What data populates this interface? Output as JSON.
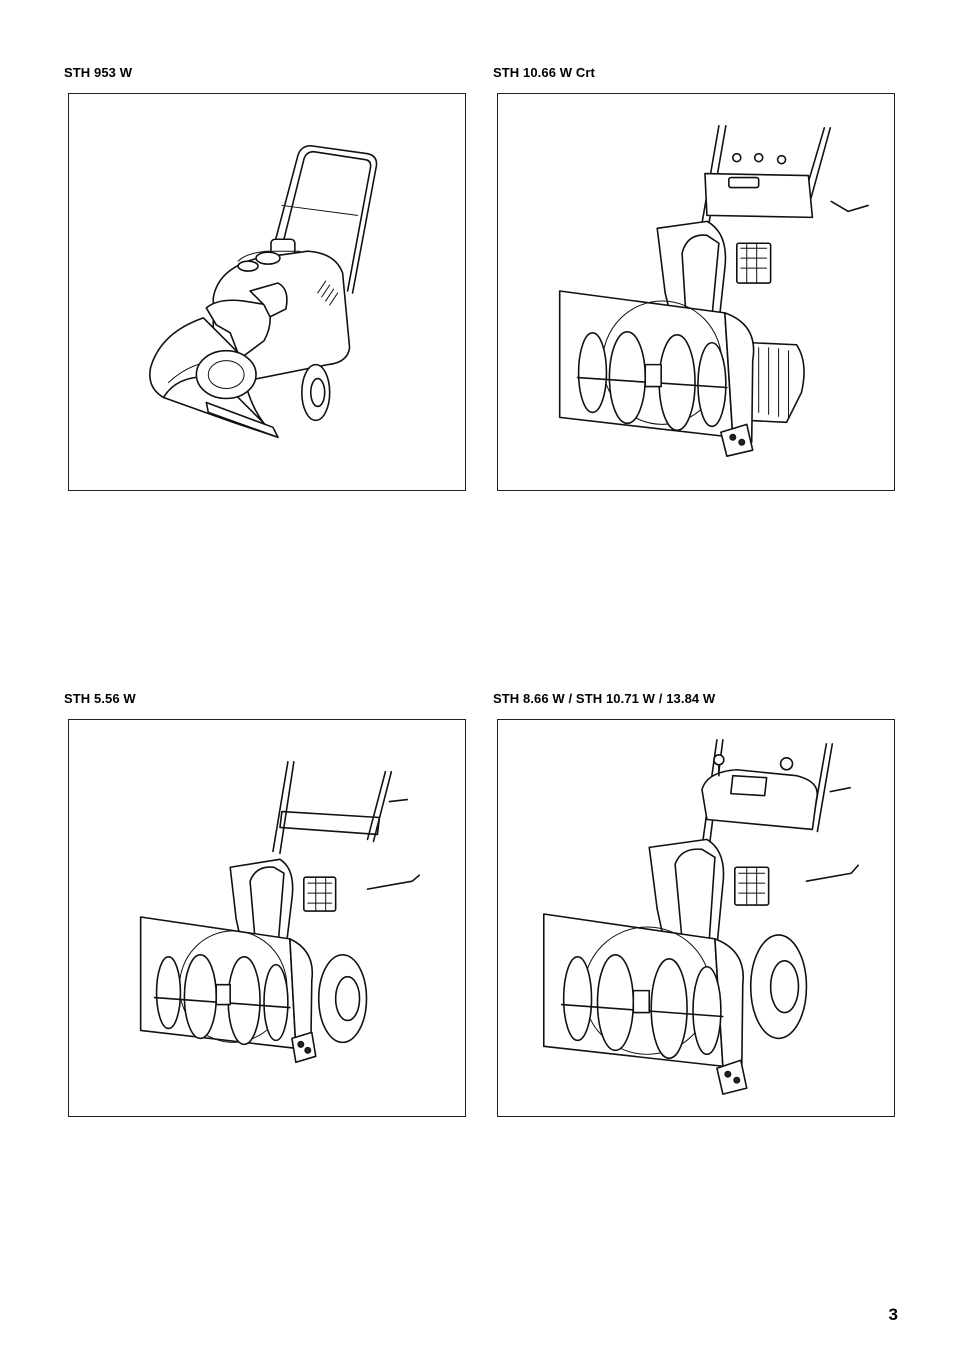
{
  "figures": [
    {
      "caption": "STH 953 W",
      "illustration": "single-stage-snow-thrower"
    },
    {
      "caption": "STH 10.66 W Crt",
      "illustration": "two-stage-tracked-snow-thrower"
    },
    {
      "caption": "STH 5.56 W",
      "illustration": "two-stage-wheeled-snow-thrower"
    },
    {
      "caption": "STH 8.66 W / STH 10.71 W / 13.84 W",
      "illustration": "two-stage-wheeled-snow-thrower-large"
    }
  ],
  "page_number": "3"
}
